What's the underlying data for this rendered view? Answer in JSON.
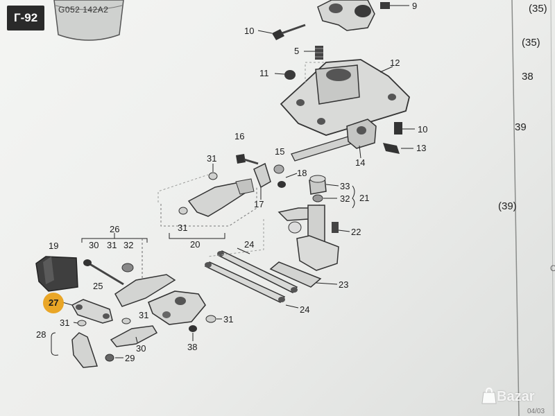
{
  "corner_tag": "Г-92",
  "canister_text": "G052 142A2",
  "watermark": "Bazar",
  "corner_bottom_fragment": "04/03",
  "edge_fragment": "C",
  "quantities": [
    "(35)",
    "(35)",
    "38",
    "39",
    "(39)"
  ],
  "callouts": [
    {
      "id": "c9",
      "text": "9"
    },
    {
      "id": "c10a",
      "text": "10"
    },
    {
      "id": "c5",
      "text": "5"
    },
    {
      "id": "c11",
      "text": "11"
    },
    {
      "id": "c12",
      "text": "12"
    },
    {
      "id": "c10b",
      "text": "10"
    },
    {
      "id": "c13",
      "text": "13"
    },
    {
      "id": "c14",
      "text": "14"
    },
    {
      "id": "c16",
      "text": "16"
    },
    {
      "id": "c15",
      "text": "15"
    },
    {
      "id": "c18",
      "text": "18"
    },
    {
      "id": "c31a",
      "text": "31"
    },
    {
      "id": "c17",
      "text": "17"
    },
    {
      "id": "c33",
      "text": "33"
    },
    {
      "id": "c32a",
      "text": "32"
    },
    {
      "id": "c21",
      "text": "21"
    },
    {
      "id": "c22",
      "text": "22"
    },
    {
      "id": "c31b",
      "text": "31"
    },
    {
      "id": "c20",
      "text": "20"
    },
    {
      "id": "c26",
      "text": "26"
    },
    {
      "id": "c30a",
      "text": "30"
    },
    {
      "id": "c31c",
      "text": "31"
    },
    {
      "id": "c32b",
      "text": "32"
    },
    {
      "id": "c19",
      "text": "19"
    },
    {
      "id": "c24a",
      "text": "24"
    },
    {
      "id": "c25",
      "text": "25"
    },
    {
      "id": "c23",
      "text": "23"
    },
    {
      "id": "c24b",
      "text": "24"
    },
    {
      "id": "c27",
      "text": "27"
    },
    {
      "id": "c31d",
      "text": "31"
    },
    {
      "id": "c31e",
      "text": "31"
    },
    {
      "id": "c31f",
      "text": "31"
    },
    {
      "id": "c28",
      "text": "28"
    },
    {
      "id": "c38",
      "text": "38"
    },
    {
      "id": "c30b",
      "text": "30"
    },
    {
      "id": "c29",
      "text": "29"
    }
  ]
}
